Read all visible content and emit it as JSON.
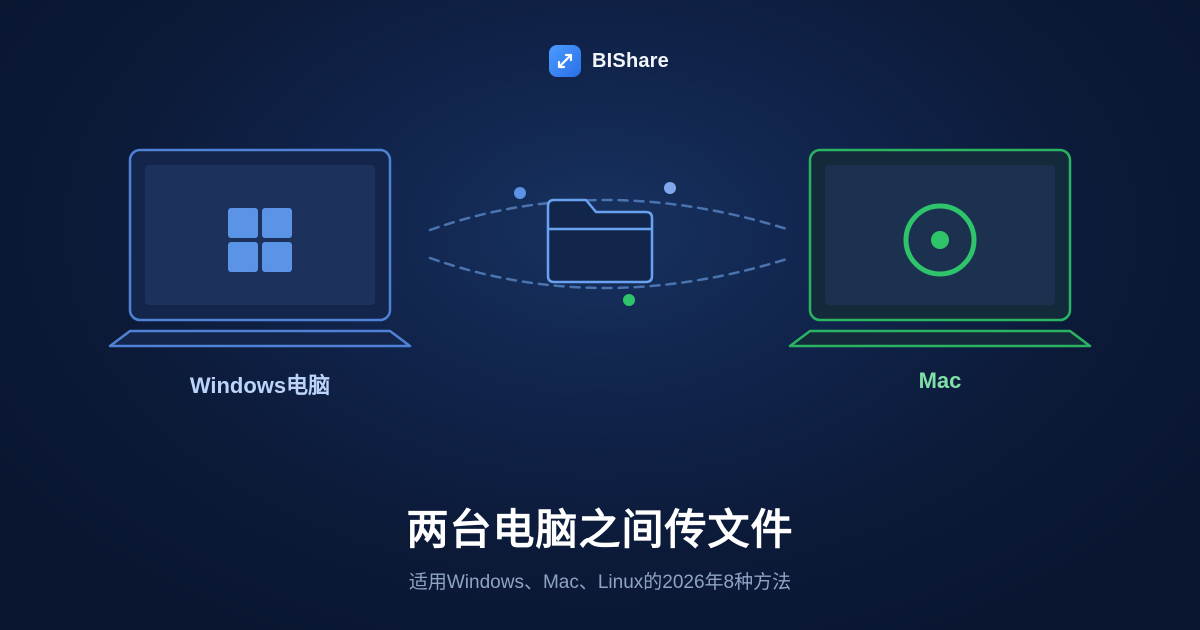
{
  "brand": {
    "name": "BIShare",
    "logo_icon": "share-link-icon",
    "logo_color": "#3b86f7"
  },
  "devices": {
    "windows": {
      "label": "Windows电脑",
      "icon": "windows-logo-icon",
      "accent": "#5b93e6"
    },
    "mac": {
      "label": "Mac",
      "icon": "target-circle-icon",
      "accent": "#2ec46a"
    }
  },
  "transfer": {
    "icon": "folder-icon"
  },
  "headline": {
    "title": "两台电脑之间传文件",
    "subtitle": "适用Windows、Mac、Linux的2026年8种方法"
  }
}
